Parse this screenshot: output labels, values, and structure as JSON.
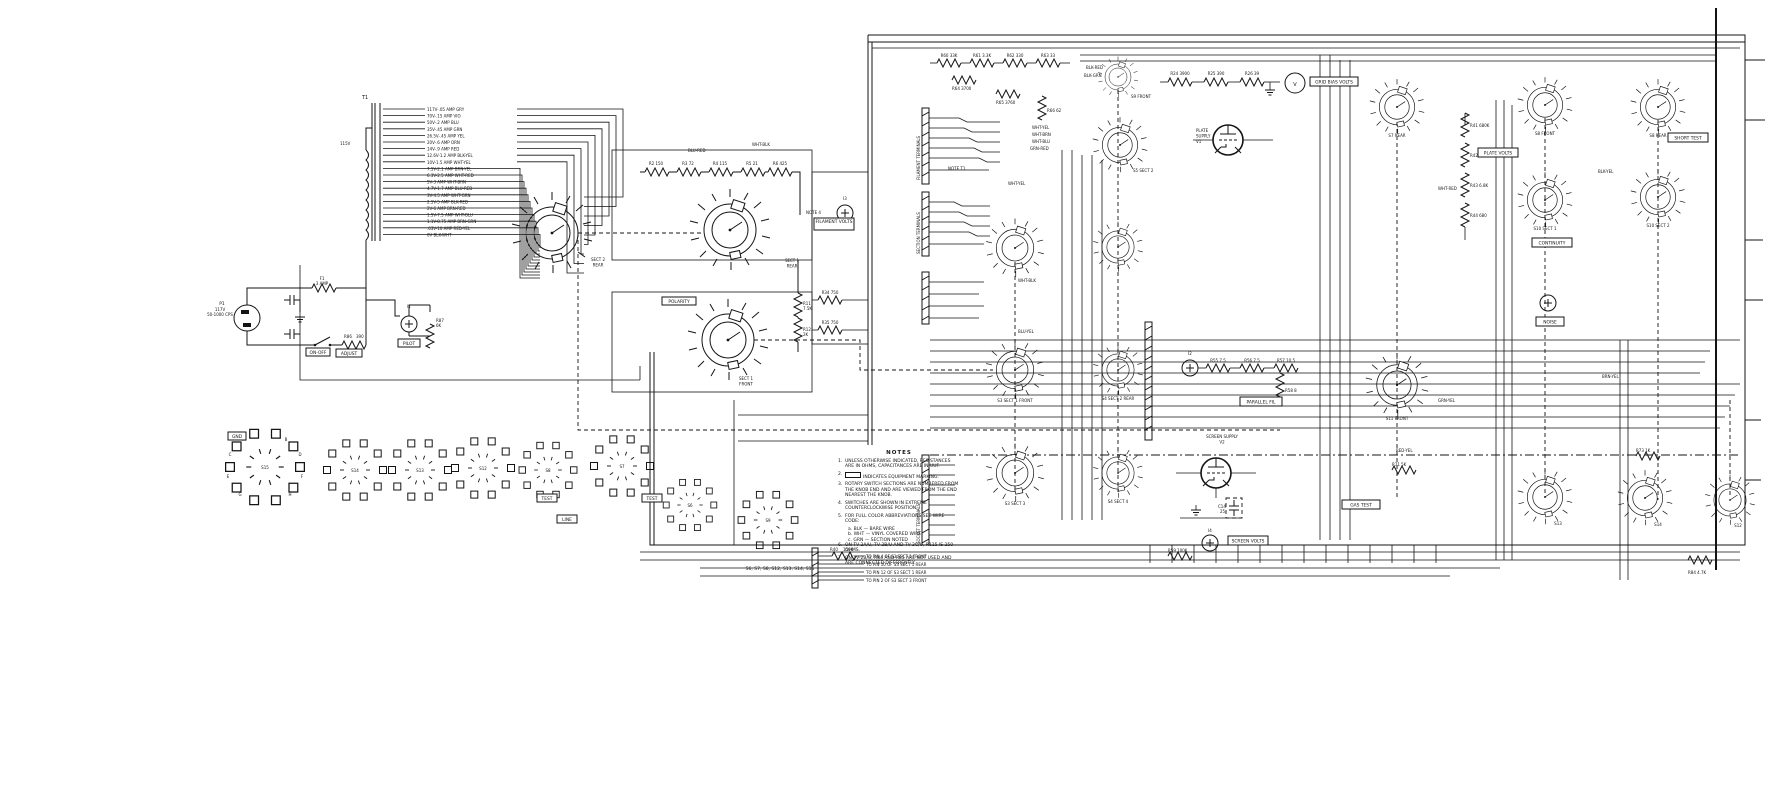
{
  "power": {
    "p1": "P1",
    "volts": "117V",
    "freq": "50-1000 CPS",
    "f1": "F1",
    "f1v": "3 AMP",
    "sw_box": "ON-OFF",
    "adj_box": "ADJUST",
    "r86": "R86",
    "r86v": "390",
    "i1": "I1",
    "pilot_box": "PILOT",
    "r87": "R87",
    "r87v": "6K"
  },
  "xfmr": {
    "ref": "T1",
    "primary": "115V",
    "taps": [
      "117V-.05 AMP  GRY",
      "70V-.15 AMP  VIO",
      "50V-.2 AMP  BLU",
      "35V-.45 AMP  GRN",
      "26.5V-.45 AMP  YEL",
      "20V-.6 AMP  ORN",
      "14V-.9 AMP  RED",
      "12.6V-1.2 AMP  BLK-YEL",
      "10V-1.5 AMP  WHT-YEL",
      "7.5V-2.1 AMP  BRN-YEL",
      "6.3V-2.5 AMP  WHT-RED",
      "5V-3 AMP  WHT-BRN",
      "4.7V-1.7 AMP  BLU-RED",
      "3V-4.5 AMP  WHT-GRN",
      "2.5V-5 AMP  BLK-RED",
      "2V-6 AMP  BRN-RED",
      "1.5V-7.5 AMP  WHT-BLU",
      "1.1V-8.75 AMP  BRN-GRN",
      ".63V-10 AMP  RED-YEL",
      "0V  BLK-WHT"
    ]
  },
  "swl": {
    "s1a_1": "SECT 2",
    "s1a_2": "REAR",
    "s1b_1": "SECT 1",
    "s1b_2": "REAR",
    "s2_1": "SECT 1",
    "s2_2": "FRONT",
    "polarity_box": "POLARITY",
    "note4": "NOTE 4",
    "res": [
      "R2 150",
      "R3 72",
      "R4 115",
      "R5 21",
      "R6 425"
    ],
    "r11": "R11",
    "r11v": "7.5K",
    "r12": "R12",
    "r12v": "2K"
  },
  "fil": {
    "box": "FILAMENT VOLTS",
    "i3": "I3",
    "r34": "R34 750",
    "r35": "R35 750"
  },
  "strips": {
    "a": "SOCKET TERMINALS",
    "b": "FILAMENT TERMINALS",
    "c": "SECTION TERMINALS",
    "note_t1": "NOTE T1"
  },
  "notes": {
    "heading": "NOTES",
    "items": [
      "UNLESS OTHERWISE INDICATED, RESISTANCES ARE IN OHMS, CAPACITANCES ARE IN UUF.",
      "INDICATES EQUIPMENT MARKING.",
      "ROTARY SWITCH SECTIONS ARE NUMBERED FROM THE KNOB END AND ARE VIEWED FROM THE END NEAREST THE KNOB.",
      "SWITCHES ARE SHOWN IN EXTREME COUNTERCLOCKWISE POSITION.",
      "FOR FULL COLOR ABBREVIATIONS SEE WIRE CODE:",
      "ON TV-2A/U, TV-2B/U AND TV-2C/U, R115 IS 250 OHMS.",
      "ON TV-2B/U, R84 AND R85 ARE NOT USED AND ARE CONNECTED DIFFERENTLY."
    ],
    "sub": [
      "a. BLK — BARE WIRE",
      "b. WHT — VINYL COVERED WIRE",
      "c. GRN — SECTION NOTED"
    ]
  },
  "wafers": {
    "caption": "S6, S7, S8, S12, S13, S14, S15",
    "test_box": "TEST",
    "line_box": "LINE",
    "gnd_box": "GND",
    "ids": [
      "S15",
      "S14",
      "S13",
      "S12",
      "S8",
      "S7",
      "S6",
      "S9"
    ],
    "letters": [
      "A",
      "B",
      "C",
      "D",
      "E",
      "F",
      "G",
      "H",
      "J",
      "K",
      "L",
      "M"
    ]
  },
  "conn": {
    "r40": "R40",
    "r40v": "150K",
    "lines": [
      "TO PIN 4 OF S3 SECT 1 FRONT",
      "TO PIN 10 OF S3 SECT 1 REAR",
      "TO PIN 12 OF S3 SECT 1 REAR",
      "TO PIN 2 OF S3 SECT 3 FRONT"
    ]
  },
  "rb": {
    "top_res": [
      "R60 33K",
      "R61 3.3K",
      "R62 330",
      "R63 33"
    ],
    "r64": "R64 3700",
    "r65": "R65 3760",
    "r66": "R66 62",
    "bias_res": [
      "R24 3900",
      "R25 390",
      "R26 39"
    ],
    "meter": "V",
    "bias_box": "GRID BIAS VOLTS",
    "v1_1": "PLATE",
    "v1_2": "SUPPLY",
    "v1_3": "V1",
    "v2_1": "SCREEN SUPPLY",
    "v2_2": "V2",
    "fil_res": [
      "R55 7.5",
      "R56 7.5",
      "R57 10.5"
    ],
    "r58": "R58 8",
    "parallel_box": "PARALLEL FIL",
    "screen_box": "SCREEN VOLTS",
    "i2": "I2",
    "i4": "I4",
    "c14": "C14",
    "c14v": "25",
    "r59": "R59 100K",
    "gas_box": "GAS TEST",
    "short_box": "SHORT TEST",
    "cont_box": "CONTINUITY",
    "noise_box": "NOISE",
    "plate_box": "PLATE VOLTS",
    "chain": [
      "R41 680K",
      "R42 68K",
      "R43 6.8K",
      "R44 680"
    ],
    "r71": "R71 5K",
    "r73": "R73 1K",
    "r84": "R84 4.7K",
    "s9": "S9 FRONT",
    "s5": "S5 SECT 2",
    "s3f": "S3 SECT 1 FRONT",
    "s4r": "S4 SECT 2 REAR",
    "s3c": "S3 SECT 3",
    "s4c": "S4 SECT 4",
    "s7": "S7 REAR",
    "s8f": "S8 FRONT",
    "s8r": "S8 REAR",
    "s10a": "S10 SECT 1",
    "s10b": "S10 SECT 2",
    "s11": "S11 FRONT",
    "s13": "S13",
    "s14": "S14",
    "s12": "S12"
  },
  "wires": [
    "BLK-RED",
    "BLK-GRN",
    "WHT-YEL",
    "WHT-BRN",
    "WHT-BLU",
    "GRN-RED",
    "WHT-YEL",
    "WHT-BLK",
    "BLU-YEL",
    "WHT-RED",
    "BLK-YEL",
    "BRN-YEL",
    "GRN-YEL",
    "RED-YEL",
    "BLU-RED",
    "WHT-BLK"
  ]
}
